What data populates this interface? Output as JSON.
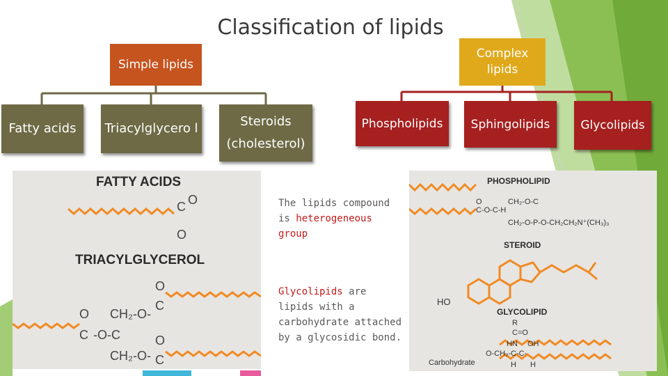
{
  "title": "Classification of lipids",
  "simple": {
    "label": "Simple lipids",
    "children": [
      "Fatty acids",
      "Triacylglycero l",
      "Steroids (cholesterol)"
    ]
  },
  "complex": {
    "label": "Complex lipids",
    "children": [
      "Phospholipids",
      "Sphingolipids",
      "Glycolipids"
    ]
  },
  "text": {
    "p1_a": "The lipids compound is",
    "p1_b": "heterogeneous group",
    "p2_a": "Glycolipids",
    "p2_b": "are lipids with a carbohydrate attached by a glycosidic bond."
  },
  "left_image": {
    "label1": "FATTY ACIDS",
    "label2": "TRIACYLGLYCEROL"
  },
  "right_image": {
    "label1": "PHOSPHOLIPID",
    "label2": "STEROID",
    "label3": "GLYCOLIPID",
    "ho": "HO",
    "carbohydrate": "Carbohydrate"
  },
  "colors": {
    "simple": "#c5541f",
    "complex": "#e0a91c",
    "olive": "#6e6a45",
    "red": "#a5201f",
    "green": "#7ab43a"
  }
}
